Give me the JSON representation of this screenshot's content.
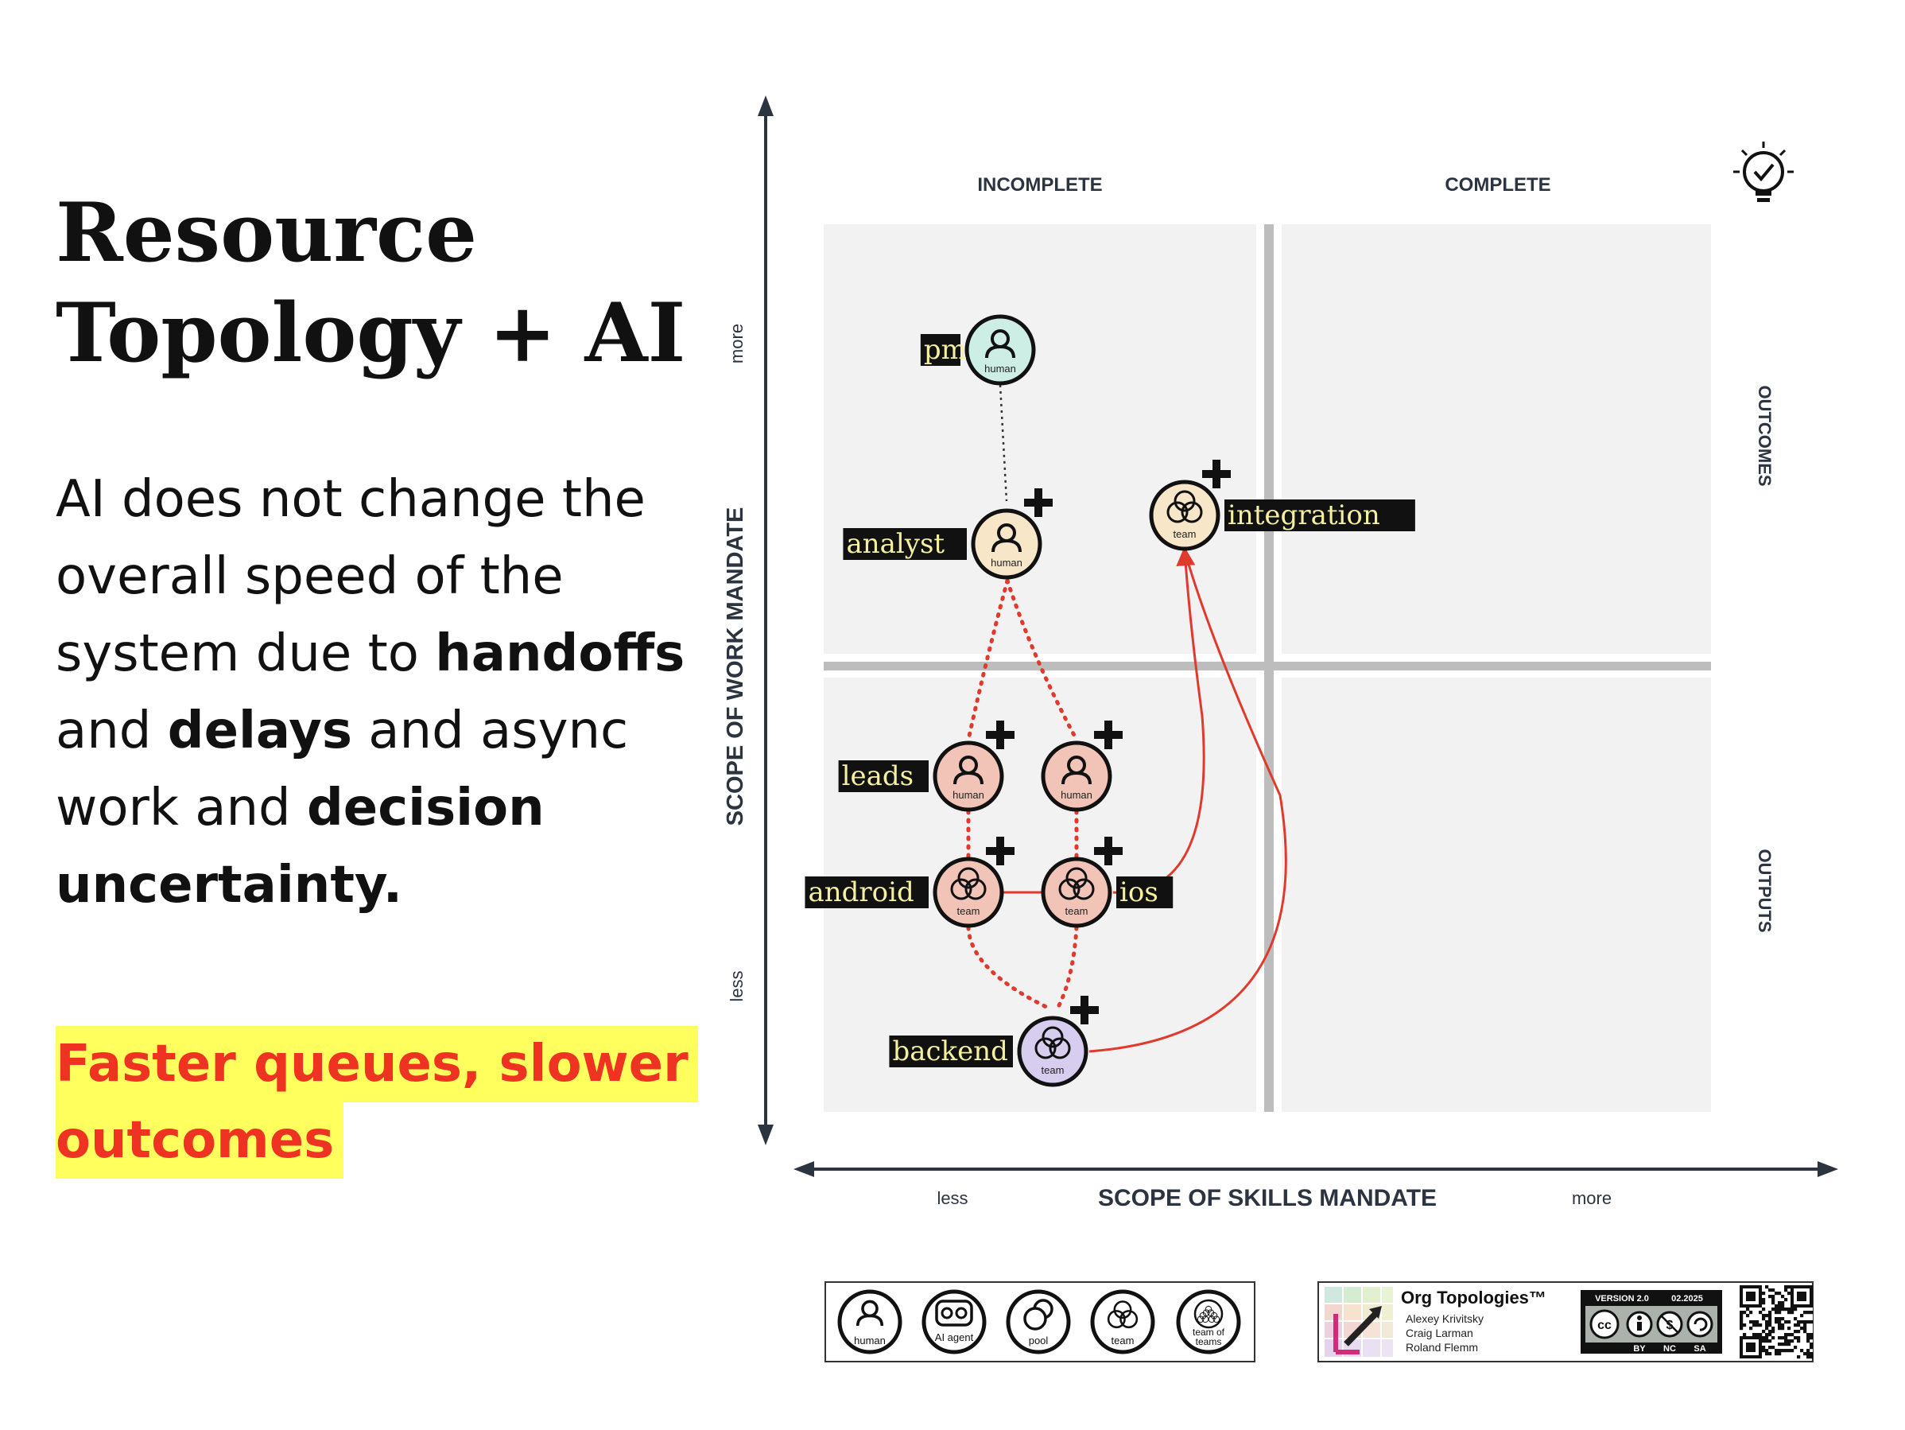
{
  "slide": {
    "title_line1": "Resource",
    "title_line2": "Topology + AI",
    "body": {
      "p1": "AI does not change the overall speed of the system due to ",
      "handoffs": "handoffs",
      "p2": " and ",
      "delays": "delays",
      "p3": " and async work and ",
      "decision": "decision uncertainty."
    },
    "highlight_line1": "Faster queues, slower",
    "highlight_line2": "outcomes"
  },
  "diagram": {
    "col_incomplete": "INCOMPLETE",
    "col_complete": "COMPLETE",
    "y_axis_title": "SCOPE OF WORK MANDATE",
    "y_more": "more",
    "y_less": "less",
    "x_axis_title": "SCOPE OF SKILLS MANDATE",
    "x_less": "less",
    "x_more": "more",
    "right_outcomes": "OUTCOMES",
    "right_outputs": "OUTPUTS",
    "nodes": [
      {
        "id": "pm",
        "label": "pm",
        "type": "human",
        "color": "#cdeee4"
      },
      {
        "id": "analyst",
        "label": "analyst",
        "type": "human",
        "color": "#f7e6c8"
      },
      {
        "id": "integration",
        "label": "integration",
        "type": "team",
        "color": "#f7e6c8"
      },
      {
        "id": "leads",
        "label": "leads",
        "type": "human",
        "color": "#f2c4b8"
      },
      {
        "id": "lead2",
        "label": "",
        "type": "human",
        "color": "#f2c4b8"
      },
      {
        "id": "android",
        "label": "android",
        "type": "team",
        "color": "#f2c4b8"
      },
      {
        "id": "ios",
        "label": "ios",
        "type": "team",
        "color": "#f2c4b8"
      },
      {
        "id": "backend",
        "label": "backend",
        "type": "team",
        "color": "#d6cdef"
      }
    ],
    "node_sublabel_human": "human",
    "node_sublabel_team": "team",
    "accent_red": "#e03a2e"
  },
  "legend": {
    "human": "human",
    "ai_agent": "AI agent",
    "pool": "pool",
    "team": "team",
    "team_of_teams_1": "team of",
    "team_of_teams_2": "teams"
  },
  "brand": {
    "name": "Org Topologies™",
    "author1": "Alexey Krivitsky",
    "author2": "Craig Larman",
    "author3": "Roland Flemm",
    "version": "VERSION 2.0",
    "date": "02.2025",
    "cc_by": "BY",
    "cc_nc": "NC",
    "cc_sa": "SA"
  }
}
